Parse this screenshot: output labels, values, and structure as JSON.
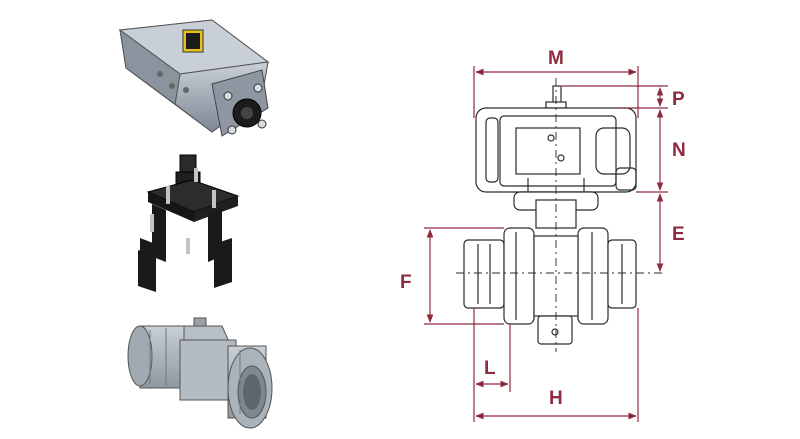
{
  "figure": {
    "dimension_labels": {
      "m": "M",
      "p": "P",
      "n": "N",
      "e": "E",
      "f": "F",
      "l": "L",
      "h": "H"
    },
    "colors": {
      "dimension": "#8e2b3f",
      "outline": "#2b2b2b",
      "actuator_body": "#9aa3ad",
      "bracket": "#1e1e1e",
      "valve_body": "#a9b2ba",
      "indicator": "#e6c21a"
    }
  }
}
